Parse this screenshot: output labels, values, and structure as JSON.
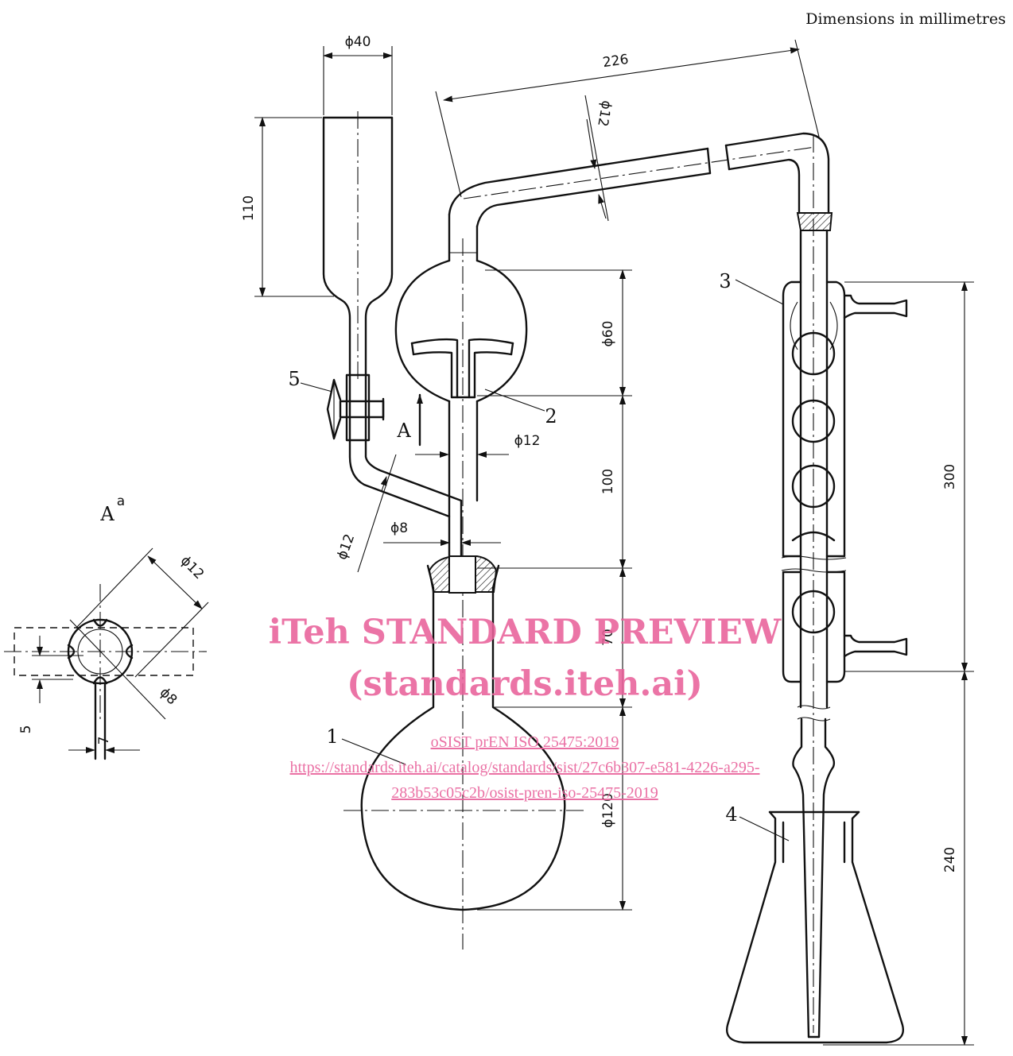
{
  "header": {
    "units_note": "Dimensions in millimetres"
  },
  "dimensions": {
    "funnel_diameter": "ϕ40",
    "funnel_height": "110",
    "overall_length": "226",
    "tube_diameter_top": "ϕ12",
    "bulb_diameter": "ϕ60",
    "stem_diameter": "ϕ12",
    "stem_length": "100",
    "side_tube_diameter": "ϕ12",
    "inner_tube_diameter": "ϕ8",
    "neck_length": "70",
    "flask_diameter": "ϕ120",
    "condenser_length": "300",
    "outlet_length": "240",
    "section_outer_diameter": "ϕ12",
    "section_inner_diameter": "ϕ8",
    "section_offset": "5",
    "section_width": "7"
  },
  "labels": {
    "section_view": "A",
    "section_superscript": "a",
    "section_arrow": "A",
    "part_1": "1",
    "part_2": "2",
    "part_3": "3",
    "part_4": "4",
    "part_5": "5"
  },
  "watermark": {
    "line1": "iTeh STANDARD PREVIEW",
    "line2": "(standards.iteh.ai)",
    "doc_id": "oSIST prEN ISO 25475:2019",
    "url_line1": "https://standards.iteh.ai/catalog/standards/sist/27c6b307-e581-4226-a295-",
    "url_line2": "283b53c05c2b/osist-pren-iso-25475-2019",
    "color": "#e8619a"
  }
}
